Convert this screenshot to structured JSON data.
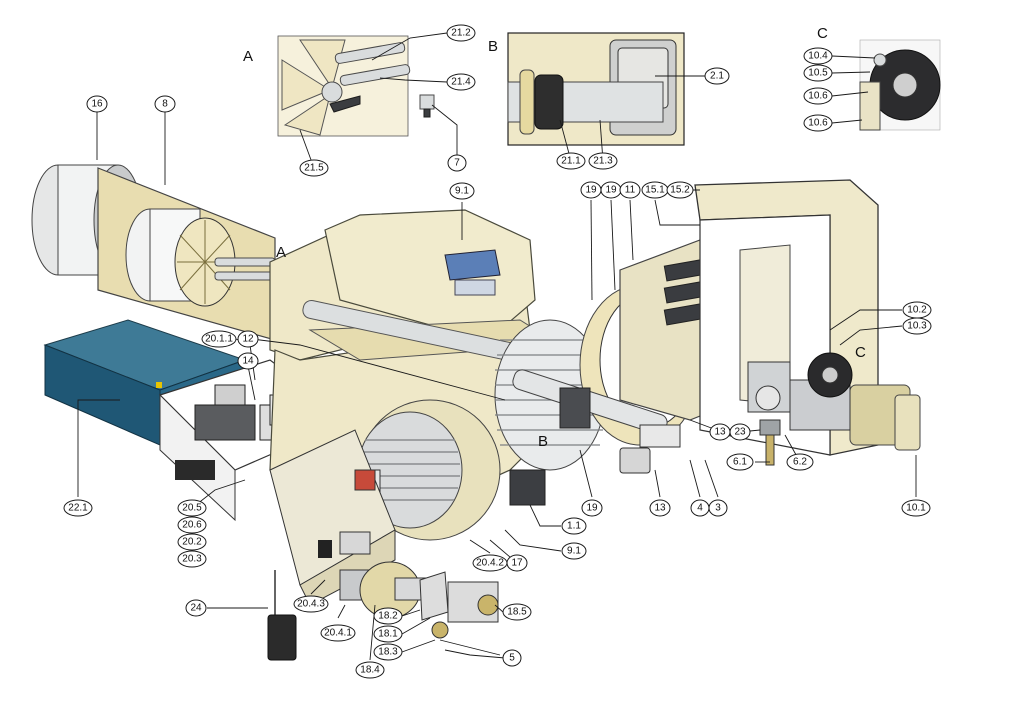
{
  "inset_letters": {
    "a_inset": "A",
    "b_inset": "B",
    "c_inset": "C",
    "a_main": "A",
    "b_main": "B",
    "c_main": "C"
  },
  "callouts": [
    {
      "id": "c16",
      "label": "16"
    },
    {
      "id": "c8",
      "label": "8"
    },
    {
      "id": "c21_2",
      "label": "21.2"
    },
    {
      "id": "c21_4",
      "label": "21.4"
    },
    {
      "id": "c21_5",
      "label": "21.5"
    },
    {
      "id": "c7",
      "label": "7"
    },
    {
      "id": "c2_1",
      "label": "2.1"
    },
    {
      "id": "c21_1",
      "label": "21.1"
    },
    {
      "id": "c21_3",
      "label": "21.3"
    },
    {
      "id": "c10_4",
      "label": "10.4"
    },
    {
      "id": "c10_5",
      "label": "10.5"
    },
    {
      "id": "c10_6a",
      "label": "10.6"
    },
    {
      "id": "c10_6b",
      "label": "10.6"
    },
    {
      "id": "c9_1a",
      "label": "9.1"
    },
    {
      "id": "c19a",
      "label": "19"
    },
    {
      "id": "c19b",
      "label": "19"
    },
    {
      "id": "c11",
      "label": "11"
    },
    {
      "id": "c15_1",
      "label": "15.1"
    },
    {
      "id": "c15_2",
      "label": "15.2"
    },
    {
      "id": "c10_2",
      "label": "10.2"
    },
    {
      "id": "c10_3",
      "label": "10.3"
    },
    {
      "id": "c20_1_1",
      "label": "20.1.1"
    },
    {
      "id": "c12",
      "label": "12"
    },
    {
      "id": "c14",
      "label": "14"
    },
    {
      "id": "c13a",
      "label": "13"
    },
    {
      "id": "c23",
      "label": "23"
    },
    {
      "id": "c6_1",
      "label": "6.1"
    },
    {
      "id": "c6_2",
      "label": "6.2"
    },
    {
      "id": "c10_1",
      "label": "10.1"
    },
    {
      "id": "c22_1",
      "label": "22.1"
    },
    {
      "id": "c20_5",
      "label": "20.5"
    },
    {
      "id": "c20_6",
      "label": "20.6"
    },
    {
      "id": "c20_2",
      "label": "20.2"
    },
    {
      "id": "c20_3",
      "label": "20.3"
    },
    {
      "id": "c19c",
      "label": "19"
    },
    {
      "id": "c13b",
      "label": "13"
    },
    {
      "id": "c4",
      "label": "4"
    },
    {
      "id": "c3",
      "label": "3"
    },
    {
      "id": "c1_1",
      "label": "1.1"
    },
    {
      "id": "c9_1b",
      "label": "9.1"
    },
    {
      "id": "c20_4_2",
      "label": "20.4.2"
    },
    {
      "id": "c17",
      "label": "17"
    },
    {
      "id": "c24",
      "label": "24"
    },
    {
      "id": "c20_4_3",
      "label": "20.4.3"
    },
    {
      "id": "c20_4_1",
      "label": "20.4.1"
    },
    {
      "id": "c18_2",
      "label": "18.2"
    },
    {
      "id": "c18_1",
      "label": "18.1"
    },
    {
      "id": "c18_3",
      "label": "18.3"
    },
    {
      "id": "c18_4",
      "label": "18.4"
    },
    {
      "id": "c18_5",
      "label": "18.5"
    },
    {
      "id": "c5",
      "label": "5"
    }
  ]
}
